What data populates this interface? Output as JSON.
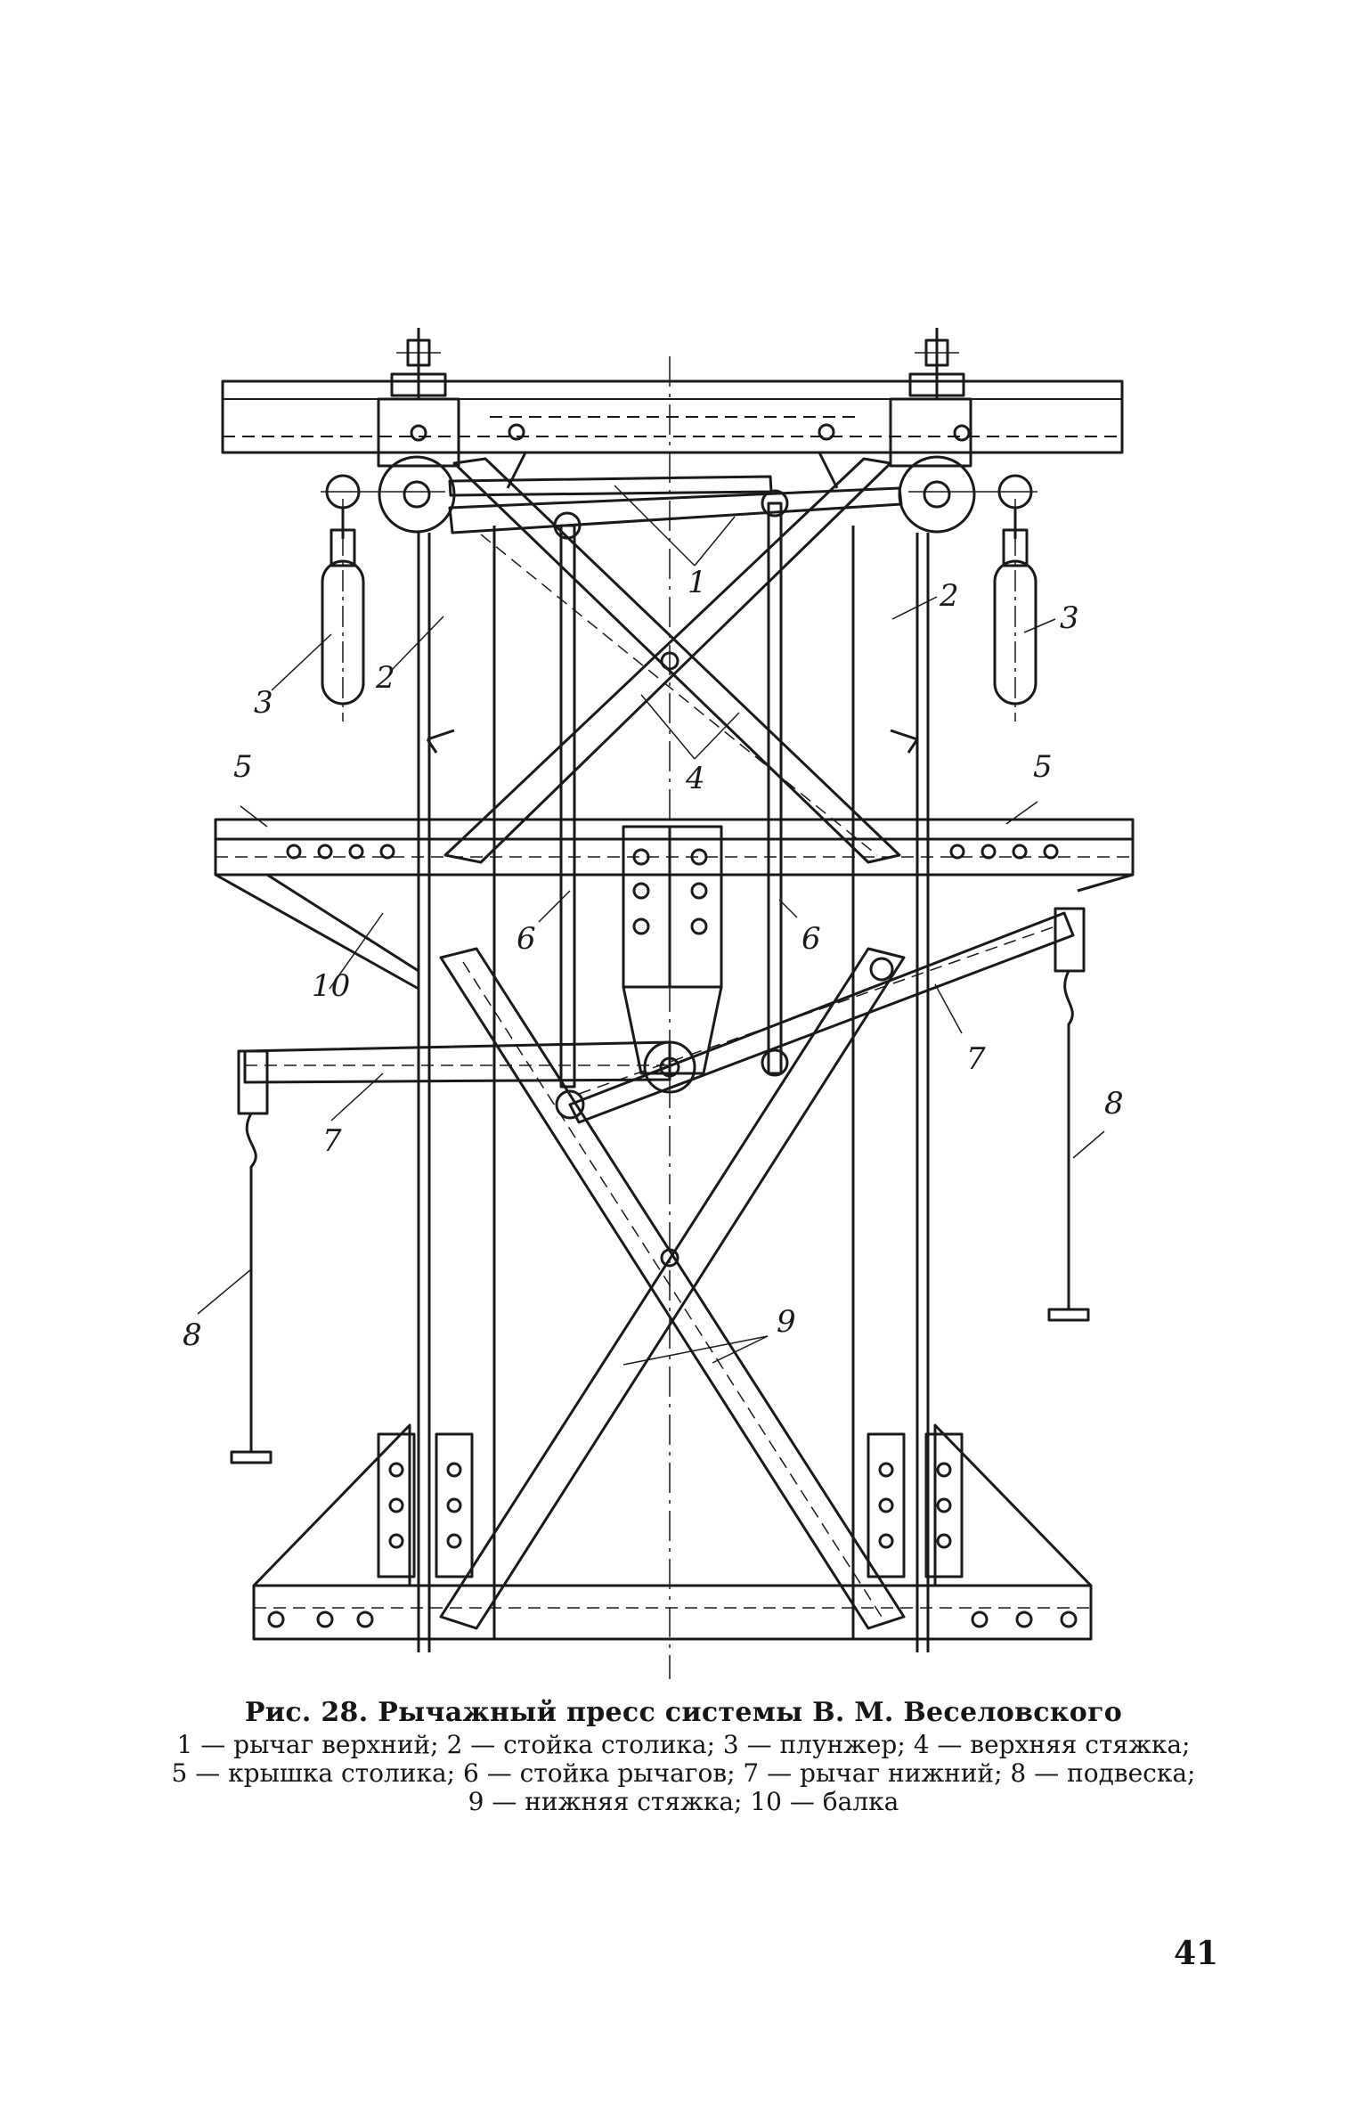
{
  "figure": {
    "caption_title": "Рис. 28. Рычажный пресс системы В. М. Веселовского",
    "legend_lines": [
      "1 — рычаг верхний; 2 — стойка столика; 3 — плунжер; 4 — верхняя стяжка;",
      "5 — крышка столика; 6 — стойка рычагов; 7 — рычаг нижний; 8 — подвеска;",
      "9 — нижняя стяжка; 10 — балка"
    ],
    "callouts": [
      "1",
      "2",
      "2",
      "3",
      "3",
      "4",
      "5",
      "5",
      "6",
      "6",
      "7",
      "7",
      "8",
      "8",
      "9",
      "10"
    ]
  },
  "page_number": "41"
}
